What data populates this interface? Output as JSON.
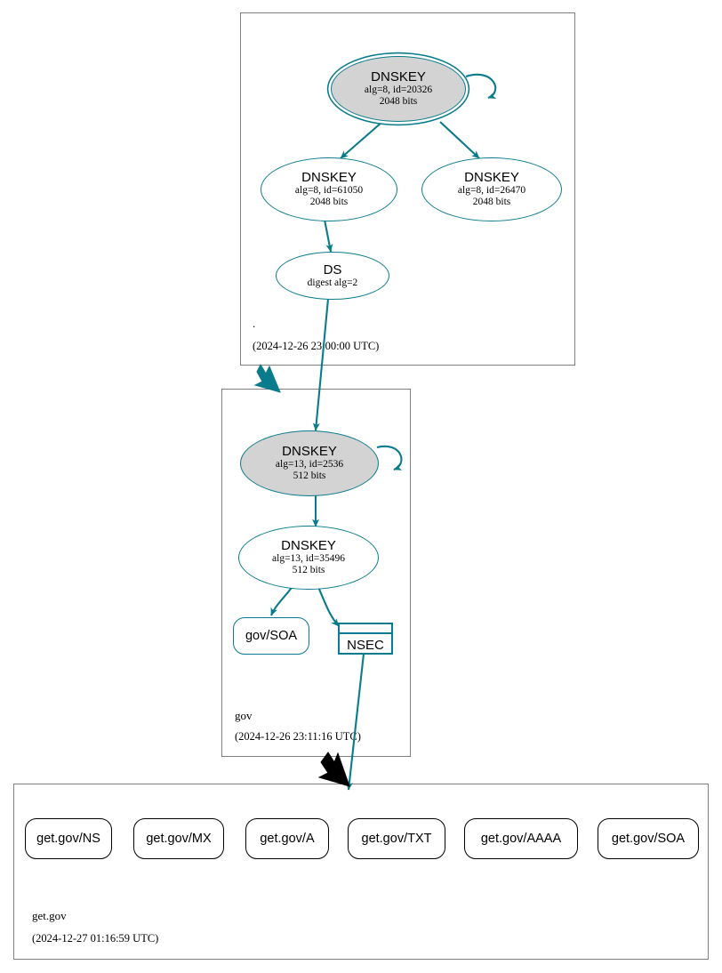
{
  "diagram": {
    "title": "DNSSEC authentication chain for get.gov",
    "accent_color": "#0a7b8c",
    "key_fill_color": "#d3d3d3",
    "zone_border_color": "#808080",
    "leaf_border_color": "#000000"
  },
  "zones": [
    {
      "id": "root",
      "name": ".",
      "timestamp": "(2024-12-26 23:00:00 UTC)",
      "nodes": [
        {
          "id": "root-ksk",
          "type": "DNSKEY",
          "line1": "DNSKEY",
          "line2": "alg=8, id=20326",
          "line3": "2048 bits",
          "role": "trust-anchor-ksk"
        },
        {
          "id": "root-zsk1",
          "type": "DNSKEY",
          "line1": "DNSKEY",
          "line2": "alg=8, id=61050",
          "line3": "2048 bits",
          "role": "zsk"
        },
        {
          "id": "root-zsk2",
          "type": "DNSKEY",
          "line1": "DNSKEY",
          "line2": "alg=8, id=26470",
          "line3": "2048 bits",
          "role": "zsk"
        },
        {
          "id": "root-ds",
          "type": "DS",
          "line1": "DS",
          "line2": "digest alg=2",
          "line3": "",
          "role": "ds"
        }
      ]
    },
    {
      "id": "gov",
      "name": "gov",
      "timestamp": "(2024-12-26 23:11:16 UTC)",
      "nodes": [
        {
          "id": "gov-ksk",
          "type": "DNSKEY",
          "line1": "DNSKEY",
          "line2": "alg=13, id=2536",
          "line3": "512 bits",
          "role": "ksk"
        },
        {
          "id": "gov-zsk",
          "type": "DNSKEY",
          "line1": "DNSKEY",
          "line2": "alg=13, id=35496",
          "line3": "512 bits",
          "role": "zsk"
        },
        {
          "id": "gov-soa",
          "type": "RRset",
          "line1": "gov/SOA",
          "line2": "",
          "line3": "",
          "role": "rrset"
        },
        {
          "id": "gov-nsec",
          "type": "NSEC",
          "line1": "NSEC",
          "line2": "",
          "line3": "",
          "role": "nsec"
        }
      ]
    },
    {
      "id": "getgov",
      "name": "get.gov",
      "timestamp": "(2024-12-27 01:16:59 UTC)",
      "nodes": [
        {
          "id": "getgov-ns",
          "type": "RRset",
          "line1": "get.gov/NS",
          "line2": "",
          "line3": "",
          "role": "insecure-rrset"
        },
        {
          "id": "getgov-mx",
          "type": "RRset",
          "line1": "get.gov/MX",
          "line2": "",
          "line3": "",
          "role": "insecure-rrset"
        },
        {
          "id": "getgov-a",
          "type": "RRset",
          "line1": "get.gov/A",
          "line2": "",
          "line3": "",
          "role": "insecure-rrset"
        },
        {
          "id": "getgov-txt",
          "type": "RRset",
          "line1": "get.gov/TXT",
          "line2": "",
          "line3": "",
          "role": "insecure-rrset"
        },
        {
          "id": "getgov-aaaa",
          "type": "RRset",
          "line1": "get.gov/AAAA",
          "line2": "",
          "line3": "",
          "role": "insecure-rrset"
        },
        {
          "id": "getgov-soa",
          "type": "RRset",
          "line1": "get.gov/SOA",
          "line2": "",
          "line3": "",
          "role": "insecure-rrset"
        }
      ]
    }
  ],
  "edges": [
    {
      "from": "root-ksk",
      "to": "root-ksk",
      "kind": "self-signature"
    },
    {
      "from": "root-ksk",
      "to": "root-zsk1",
      "kind": "signature"
    },
    {
      "from": "root-ksk",
      "to": "root-zsk2",
      "kind": "signature"
    },
    {
      "from": "root-zsk1",
      "to": "root-ds",
      "kind": "signature"
    },
    {
      "from": "root-ds",
      "to": "gov-ksk",
      "kind": "ds-to-dnskey"
    },
    {
      "from": "root",
      "to": "gov",
      "kind": "delegation"
    },
    {
      "from": "gov-ksk",
      "to": "gov-ksk",
      "kind": "self-signature"
    },
    {
      "from": "gov-ksk",
      "to": "gov-zsk",
      "kind": "signature"
    },
    {
      "from": "gov-zsk",
      "to": "gov-soa",
      "kind": "signature"
    },
    {
      "from": "gov-zsk",
      "to": "gov-nsec",
      "kind": "signature"
    },
    {
      "from": "gov-nsec",
      "to": "getgov",
      "kind": "proof-of-nonexistence"
    },
    {
      "from": "gov",
      "to": "getgov",
      "kind": "insecure-delegation"
    }
  ]
}
